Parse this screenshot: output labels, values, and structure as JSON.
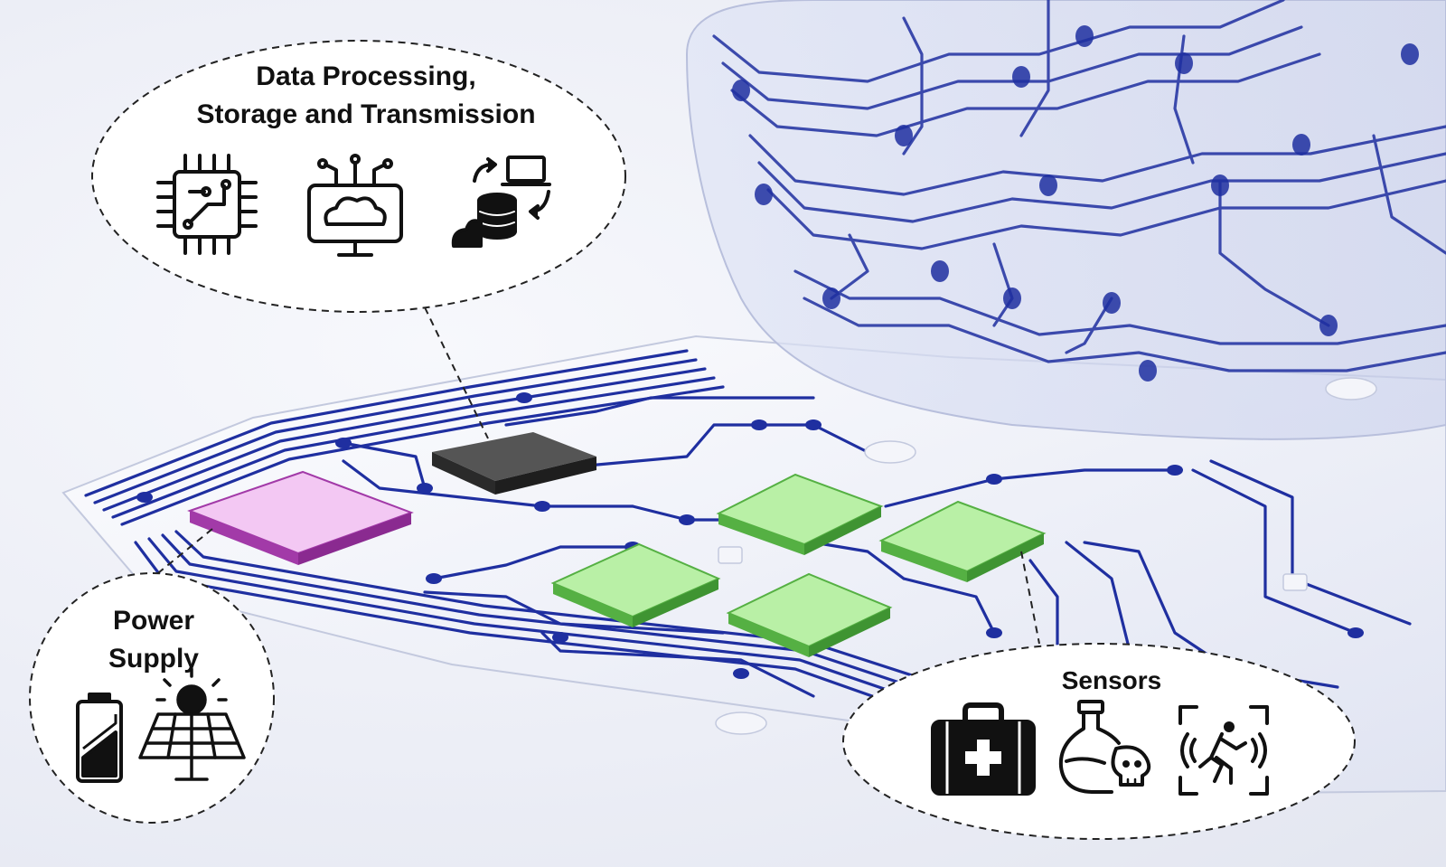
{
  "callouts": {
    "data_processing": {
      "title_line1": "Data Processing,",
      "title_line2": "Storage and Transmission",
      "icons": [
        "microchip-icon",
        "cloud-computer-icon",
        "data-transfer-database-icon"
      ]
    },
    "power_supply": {
      "title_line1": "Power",
      "title_line2": "Supply",
      "icons": [
        "battery-icon",
        "solar-panel-icon"
      ]
    },
    "sensors": {
      "title": "Sensors",
      "icons": [
        "first-aid-kit-icon",
        "poison-bottle-icon",
        "motion-sensor-icon"
      ]
    }
  },
  "colors": {
    "trace": "#1f2fa0",
    "processor_chip": "#3a3a3a",
    "power_chip": "#f3c8f3",
    "power_chip_edge": "#a23aa8",
    "sensor_chip": "#b9f0a6",
    "sensor_chip_edge": "#55b043",
    "callout_fill": "#ffffff",
    "callout_border": "#222222"
  }
}
